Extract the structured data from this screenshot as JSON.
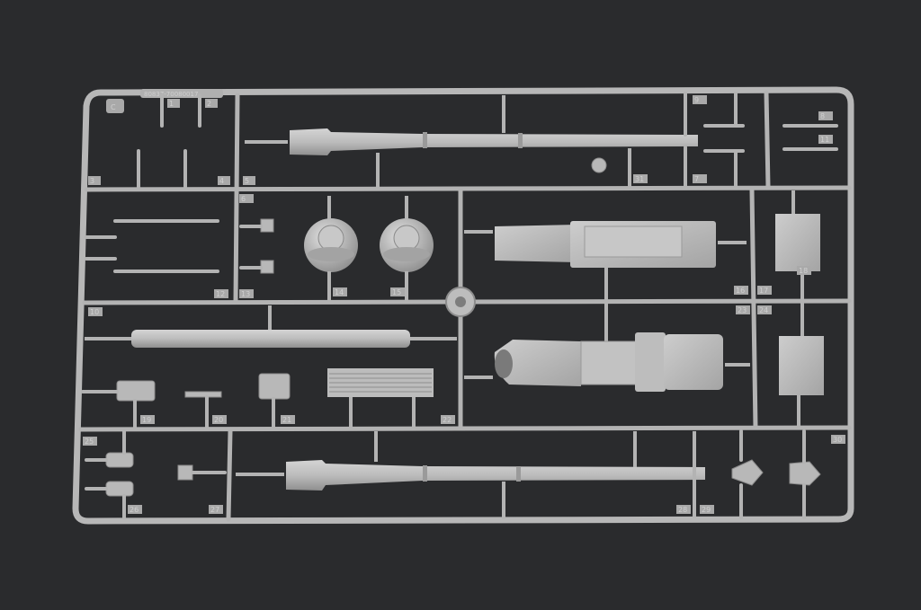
{
  "photo": {
    "background_color": "#2a2b2d",
    "plastic_color": "#b9b9b9",
    "plastic_shadow": "#8c8c8c",
    "plastic_highlight": "#d2d2d2"
  },
  "sprue": {
    "code": "80837-70080017",
    "frame_letter": "C"
  },
  "part_numbers": [
    "1",
    "2",
    "3",
    "4",
    "5",
    "6",
    "7",
    "8",
    "9",
    "10",
    "11",
    "12",
    "13",
    "14",
    "15",
    "16",
    "17",
    "18",
    "19",
    "20",
    "21",
    "22",
    "23",
    "24",
    "25",
    "26",
    "27",
    "28",
    "29",
    "30",
    "31"
  ]
}
